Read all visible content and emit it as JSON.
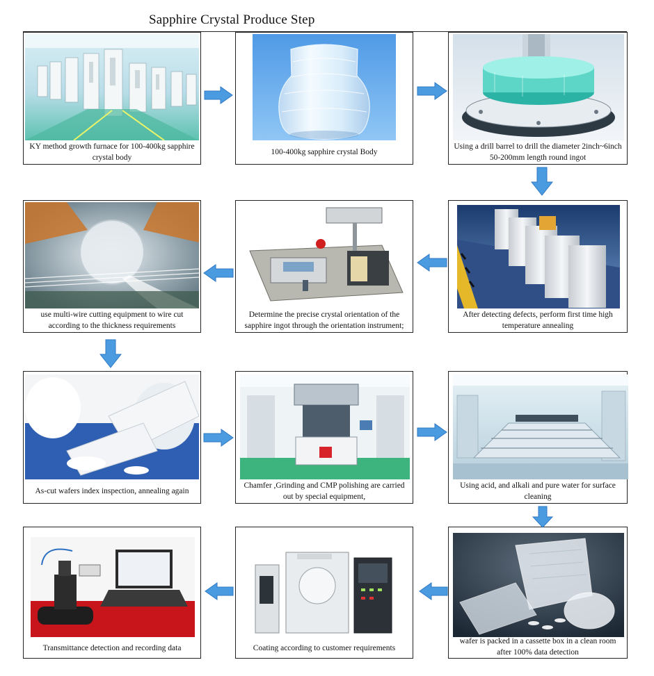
{
  "title": "Sapphire Crystal Produce Step",
  "colors": {
    "arrow_fill": "#4a9be0",
    "arrow_stroke": "#2f78c4",
    "border": "#222222"
  },
  "steps": [
    {
      "caption": "KY method growth furnace for 100-400kg sapphire crystal body",
      "photo": "growth-furnace-factory"
    },
    {
      "caption": "100-400kg sapphire crystal Body",
      "photo": "sapphire-crystal-boule"
    },
    {
      "caption": "Using a drill barrel to drill the diameter 2inch~6inch 50-200mm length round ingot",
      "photo": "drill-barrel-ingot"
    },
    {
      "caption": "After detecting defects, perform first time  high temperature annealing",
      "photo": "annealed-ingots"
    },
    {
      "caption": "Determine the precise crystal orientation of the sapphire ingot through the orientation instrument;",
      "photo": "orientation-instrument"
    },
    {
      "caption": "use multi-wire cutting equipment to  wire cut according to the thickness requirements",
      "photo": "wire-cutting"
    },
    {
      "caption": "As-cut wafers  index inspection, annealing again",
      "photo": "as-cut-wafers"
    },
    {
      "caption": "Chamfer ,Grinding and CMP polishing are carried out by special equipment,",
      "photo": "polishing-equipment"
    },
    {
      "caption": "Using acid, and alkali and pure water for surface cleaning",
      "photo": "cleaning-line"
    },
    {
      "caption": "wafer is packed in a cassette box in a clean room after 100% data detection",
      "photo": "wafer-cassette"
    },
    {
      "caption": "Coating according to customer requirements",
      "photo": "coating-machine"
    },
    {
      "caption": "Transmittance detection and recording data",
      "photo": "transmittance-tester"
    }
  ],
  "arrows": [
    "right",
    "right",
    "down",
    "left",
    "left",
    "down",
    "right",
    "right",
    "down",
    "left",
    "left"
  ]
}
